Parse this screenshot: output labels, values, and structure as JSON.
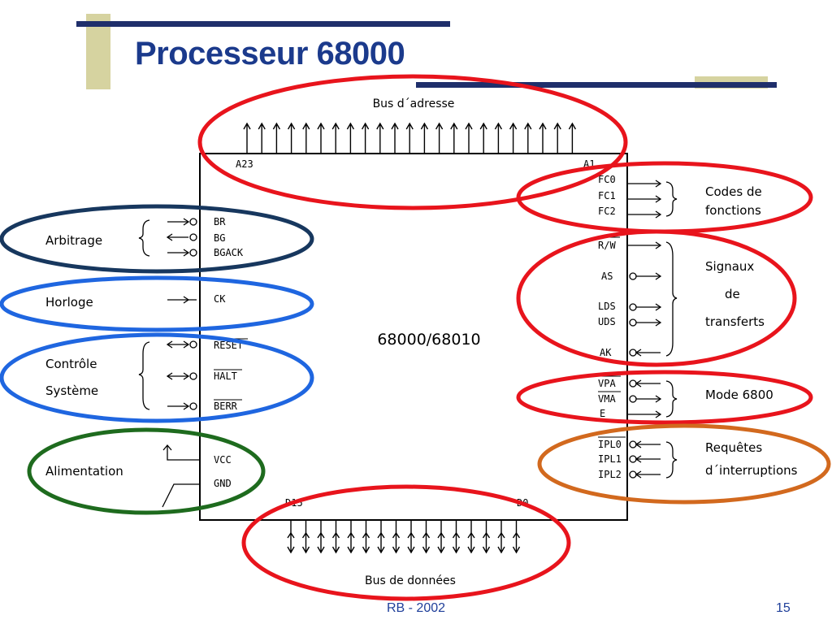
{
  "slide": {
    "title": "Processeur 68000",
    "footer": "RB - 2002",
    "page_number": "15"
  },
  "colors": {
    "title": "#1b3a8c",
    "bar_navy": "#1f2f6b",
    "bar_khaki": "#d6d3a0",
    "red": "#e8141c",
    "navy": "#17375e",
    "blue": "#1f66e0",
    "green": "#1e6b1e",
    "orange": "#d2691e"
  },
  "chip": {
    "label": "68000/68010",
    "address_bus": {
      "label": "Bus d´adresse",
      "msb": "A23",
      "lsb": "A1"
    },
    "data_bus": {
      "label": "Bus de données",
      "msb": "D15",
      "lsb": "D0"
    },
    "left_groups": [
      {
        "label": "Arbitrage",
        "pins": [
          "BR",
          "BG",
          "BGACK"
        ]
      },
      {
        "label": "Horloge",
        "pins": [
          "CK"
        ]
      },
      {
        "label_line1": "Contrôle",
        "label_line2": "Système",
        "pins": [
          "RESET",
          "HALT",
          "BERR"
        ]
      },
      {
        "label": "Alimentation",
        "pins": [
          "VCC",
          "GND"
        ]
      }
    ],
    "right_groups": [
      {
        "label_line1": "Codes de",
        "label_line2": "fonctions",
        "pins": [
          "FC0",
          "FC1",
          "FC2"
        ]
      },
      {
        "label_line1": "Signaux",
        "label_line2": "de",
        "label_line3": "transferts",
        "pins": [
          "R/W",
          "AS",
          "LDS",
          "UDS",
          "AK"
        ]
      },
      {
        "label": "Mode 6800",
        "pins": [
          "VPA",
          "VMA",
          "E"
        ]
      },
      {
        "label_line1": "Requêtes",
        "label_line2": "d´interruptions",
        "pins": [
          "IPL0",
          "IPL1",
          "IPL2"
        ]
      }
    ]
  }
}
